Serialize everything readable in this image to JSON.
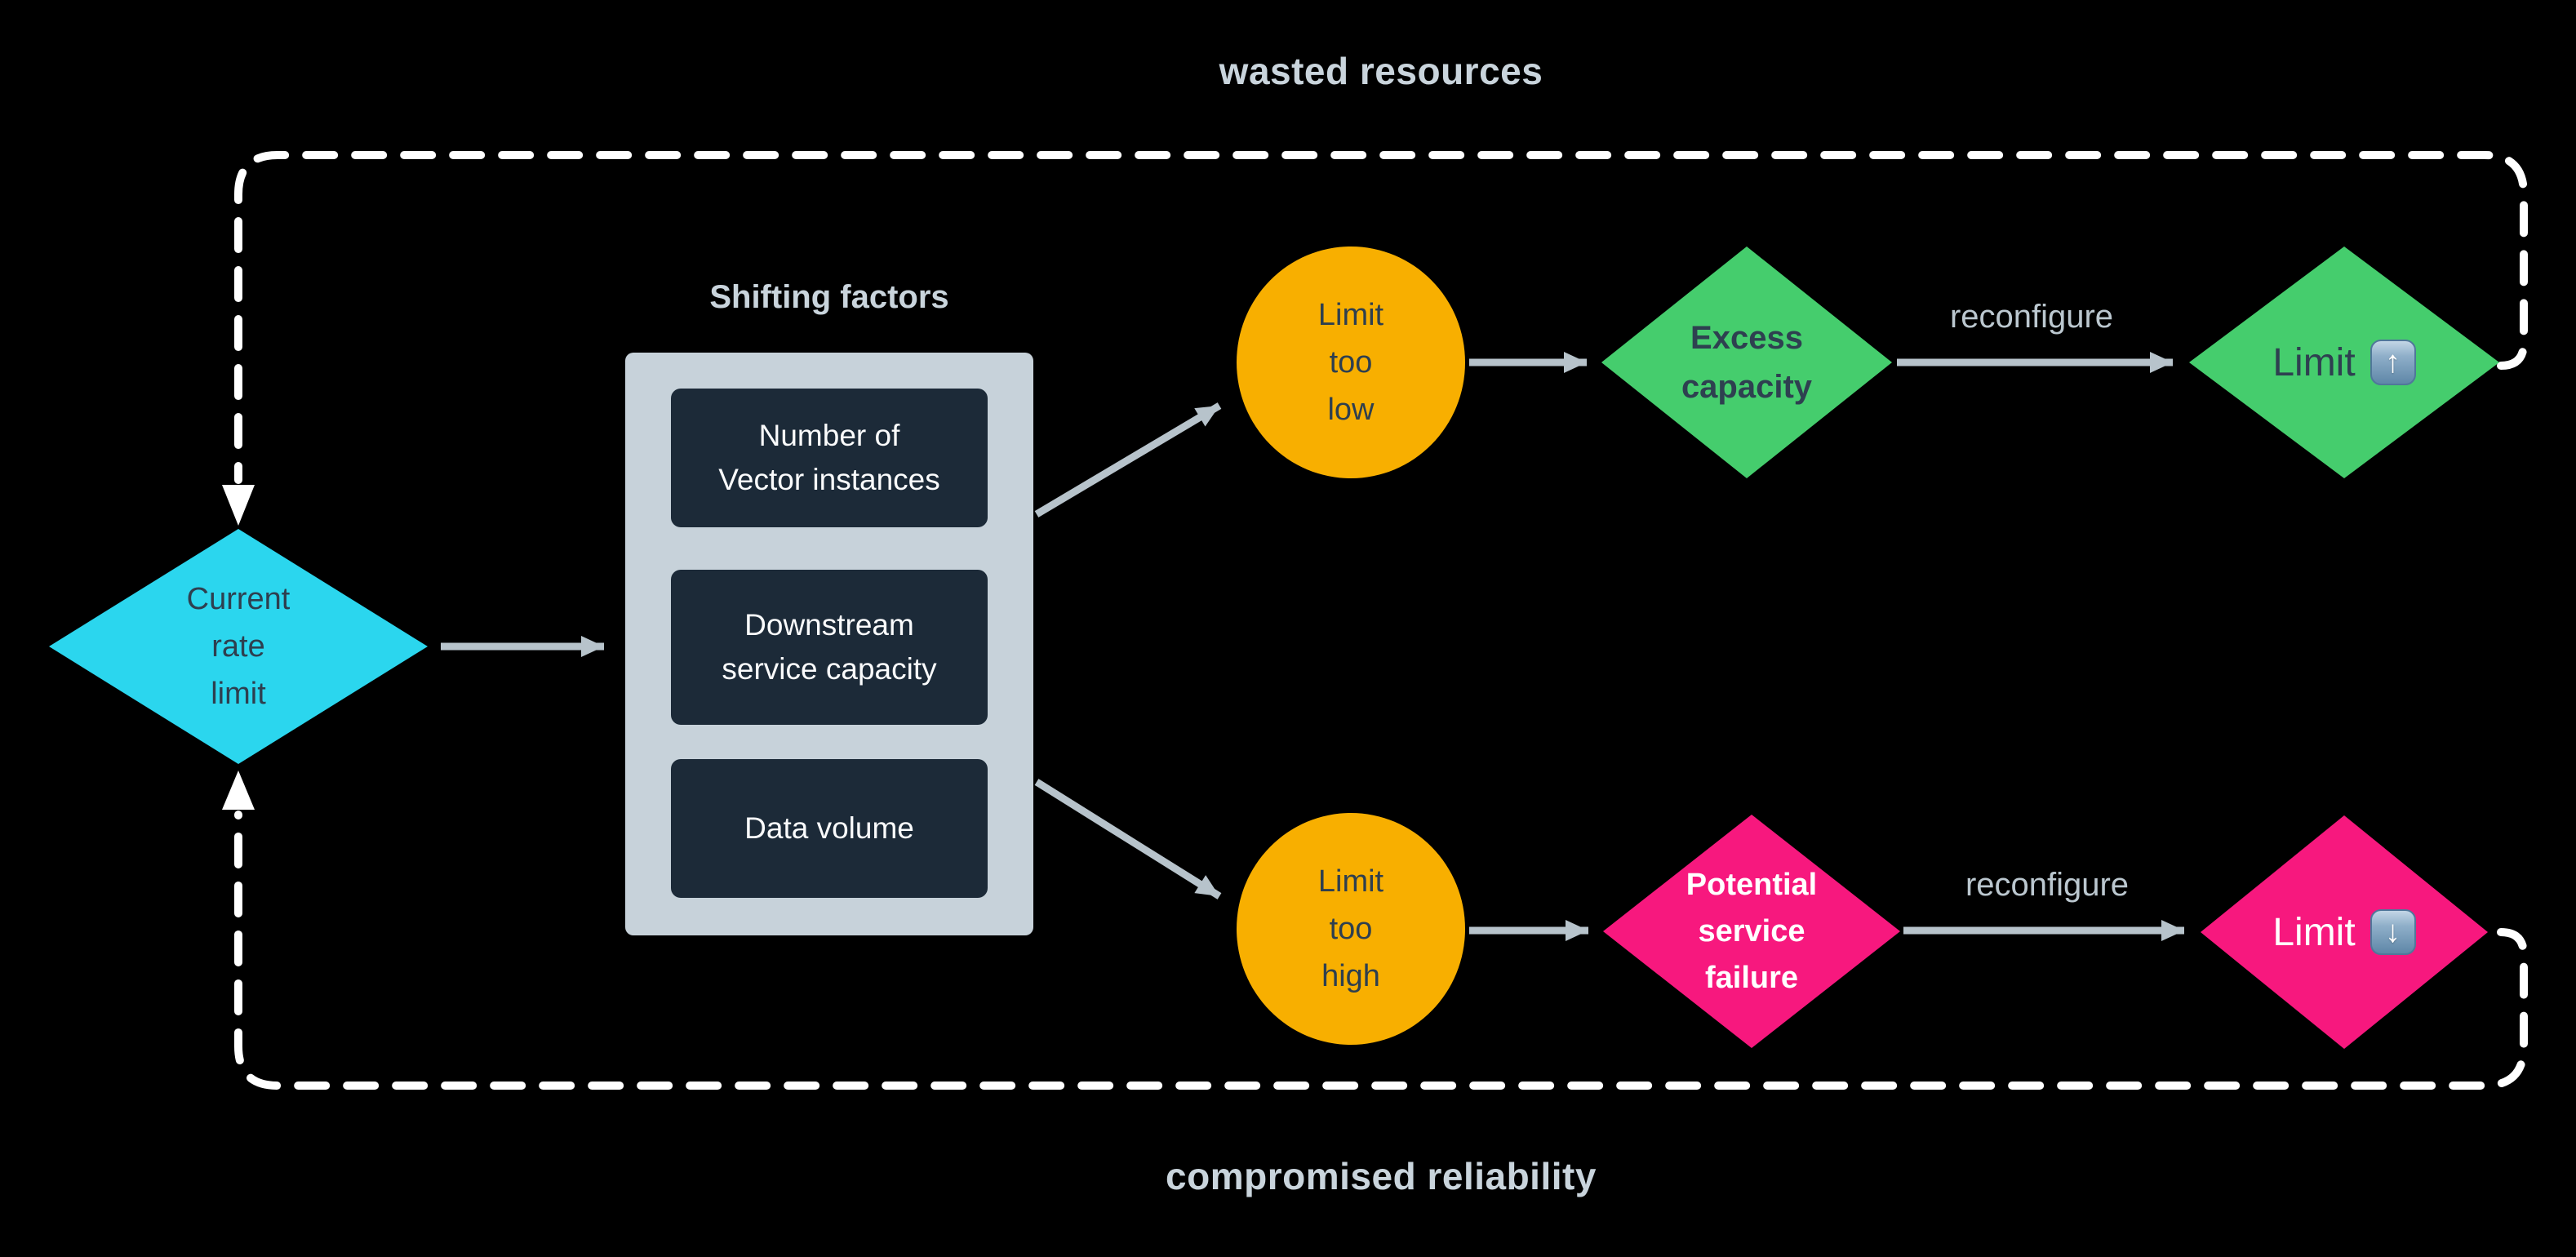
{
  "captions": {
    "top": "wasted resources",
    "bottom": "compromised reliability"
  },
  "factors": {
    "label": "Shifting factors",
    "items": [
      "Number of\nVector instances",
      "Downstream\nservice capacity",
      "Data volume"
    ]
  },
  "nodes": {
    "current": {
      "label": "Current\nrate\nlimit"
    },
    "too_low": {
      "label": "Limit\ntoo\nlow"
    },
    "too_high": {
      "label": "Limit\ntoo\nhigh"
    },
    "excess": {
      "label": "Excess\ncapacity"
    },
    "failure": {
      "label": "Potential\nservice\nfailure"
    },
    "limit_up": {
      "label": "Limit",
      "icon_glyph": "↑"
    },
    "limit_down": {
      "label": "Limit",
      "icon_glyph": "↓"
    }
  },
  "edges": {
    "reconfigure_top": "reconfigure",
    "reconfigure_bottom": "reconfigure"
  },
  "colors": {
    "background": "#000000",
    "cyan": "#2BD6EE",
    "amber": "#F8AF00",
    "green": "#45CD6D",
    "pink": "#F7187E",
    "panel": "#C7D2DA",
    "panel_item": "#1C2A38",
    "arrow": "#B7C3CB",
    "dashed_loop": "#FFFFFF",
    "caption_text": "#C9D4DC",
    "dark_text": "#2E3F4F"
  }
}
